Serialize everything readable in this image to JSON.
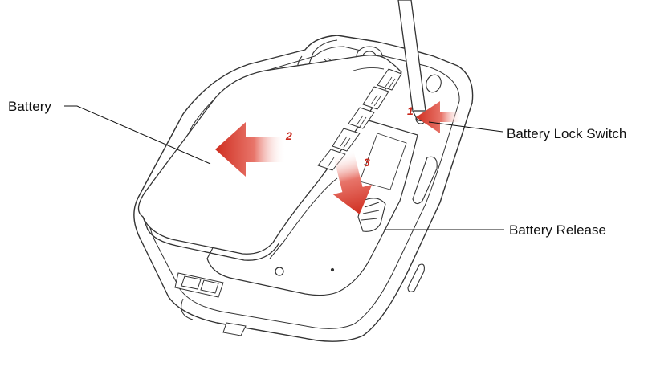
{
  "labels": {
    "battery": "Battery",
    "battery_lock_switch": "Battery Lock Switch",
    "battery_release": "Battery Release"
  },
  "steps": {
    "step1": "1",
    "step2": "2",
    "step3": "3"
  },
  "colors": {
    "arrow": "#d23a2c",
    "arrow_light": "#f6c9c2",
    "outline": "#333333",
    "body_fill": "#ffffff",
    "shadow": "#eeeeee"
  }
}
